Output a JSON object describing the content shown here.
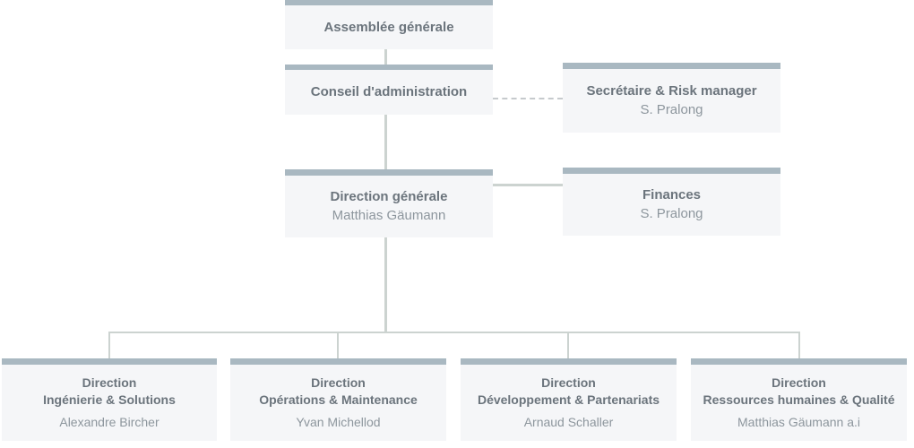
{
  "org_chart": {
    "type": "organizational-chart",
    "colors": {
      "bar": "#a9b8c1",
      "body": "#f5f6f8",
      "connector": "#ccd3d0",
      "dashed_connector": "#c6cacd",
      "title_text": "#6b747c",
      "name_text": "#8d969d"
    },
    "nodes": [
      {
        "id": "assemblee-generale",
        "title": "Assemblée générale"
      },
      {
        "id": "conseil-administration",
        "title": "Conseil d'administration"
      },
      {
        "id": "secretaire-risk-manager",
        "title": "Secrétaire & Risk manager",
        "name": "S. Pralong"
      },
      {
        "id": "direction-generale",
        "title": "Direction générale",
        "name": "Matthias Gäumann"
      },
      {
        "id": "finances",
        "title": "Finances",
        "name": "S. Pralong"
      },
      {
        "id": "direction-ingenierie",
        "title": "Direction",
        "title2": "Ingénierie & Solutions",
        "name": "Alexandre Bircher"
      },
      {
        "id": "direction-operations",
        "title": "Direction",
        "title2": "Opérations & Maintenance",
        "name": "Yvan Michellod"
      },
      {
        "id": "direction-developpement",
        "title": "Direction",
        "title2": "Développement & Partenariats",
        "name": "Arnaud Schaller"
      },
      {
        "id": "direction-rh",
        "title": "Direction",
        "title2": "Ressources humaines & Qualité",
        "name": "Matthias Gäumann a.i"
      }
    ],
    "links": [
      {
        "from": "assemblee-generale",
        "to": "conseil-administration",
        "style": "solid"
      },
      {
        "from": "conseil-administration",
        "to": "secretaire-risk-manager",
        "style": "dashed"
      },
      {
        "from": "conseil-administration",
        "to": "direction-generale",
        "style": "solid"
      },
      {
        "from": "direction-generale",
        "to": "finances",
        "style": "solid"
      },
      {
        "from": "direction-generale",
        "to": "direction-ingenierie",
        "style": "solid"
      },
      {
        "from": "direction-generale",
        "to": "direction-operations",
        "style": "solid"
      },
      {
        "from": "direction-generale",
        "to": "direction-developpement",
        "style": "solid"
      },
      {
        "from": "direction-generale",
        "to": "direction-rh",
        "style": "solid"
      }
    ]
  }
}
